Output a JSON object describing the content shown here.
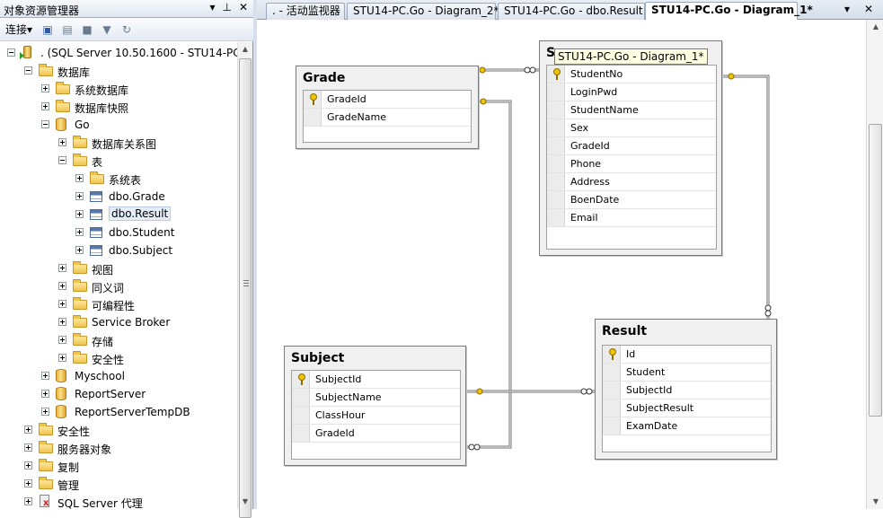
{
  "object_explorer": {
    "title": "对象资源管理器",
    "pin_glyph": "▾",
    "autohide_glyph": "⊥",
    "close_glyph": "✕",
    "toolbar": {
      "connect_label": "连接",
      "connect_arrow": "▾"
    },
    "tree": [
      {
        "label": ". (SQL Server 10.50.1600 - STU14-PC\\",
        "icon": "server-icon",
        "state": "minus"
      },
      {
        "label": "数据库",
        "icon": "folder-icon",
        "state": "minus"
      },
      {
        "label": "系统数据库",
        "icon": "folder-icon",
        "state": "plus"
      },
      {
        "label": "数据库快照",
        "icon": "folder-icon",
        "state": "plus"
      },
      {
        "label": "Go",
        "icon": "database-icon",
        "state": "minus"
      },
      {
        "label": "数据库关系图",
        "icon": "folder-icon",
        "state": "plus"
      },
      {
        "label": "表",
        "icon": "folder-icon",
        "state": "minus"
      },
      {
        "label": "系统表",
        "icon": "folder-icon",
        "state": "plus"
      },
      {
        "label": "dbo.Grade",
        "icon": "table-icon",
        "state": "plus"
      },
      {
        "label": "dbo.Result",
        "icon": "table-icon",
        "state": "plus",
        "selected": true
      },
      {
        "label": "dbo.Student",
        "icon": "table-icon",
        "state": "plus"
      },
      {
        "label": "dbo.Subject",
        "icon": "table-icon",
        "state": "plus"
      },
      {
        "label": "视图",
        "icon": "folder-icon",
        "state": "plus"
      },
      {
        "label": "同义词",
        "icon": "folder-icon",
        "state": "plus"
      },
      {
        "label": "可编程性",
        "icon": "folder-icon",
        "state": "plus"
      },
      {
        "label": "Service Broker",
        "icon": "folder-icon",
        "state": "plus"
      },
      {
        "label": "存储",
        "icon": "folder-icon",
        "state": "plus"
      },
      {
        "label": "安全性",
        "icon": "folder-icon",
        "state": "plus"
      },
      {
        "label": "Myschool",
        "icon": "database-icon",
        "state": "plus"
      },
      {
        "label": "ReportServer",
        "icon": "database-icon",
        "state": "plus"
      },
      {
        "label": "ReportServerTempDB",
        "icon": "database-icon",
        "state": "plus"
      },
      {
        "label": "安全性",
        "icon": "folder-icon",
        "state": "plus"
      },
      {
        "label": "服务器对象",
        "icon": "folder-icon",
        "state": "plus"
      },
      {
        "label": "复制",
        "icon": "folder-icon",
        "state": "plus"
      },
      {
        "label": "管理",
        "icon": "folder-icon",
        "state": "plus"
      },
      {
        "label": "SQL Server 代理",
        "icon": "agent-icon",
        "state": "plus"
      }
    ]
  },
  "tabs": [
    {
      "label": ". - 活动监视器"
    },
    {
      "label": "STU14-PC.Go - Diagram_2*"
    },
    {
      "label": "STU14-PC.Go - dbo.Result"
    },
    {
      "label": "STU14-PC.Go - Diagram_1*",
      "active": true
    }
  ],
  "tab_controls": {
    "dropdown_glyph": "▾",
    "close_glyph": "✕"
  },
  "diagram": {
    "tooltip": "STU14-PC.Go - Diagram_1*",
    "tables": {
      "student": {
        "name": "S",
        "columns": [
          "StudentNo",
          "LoginPwd",
          "StudentName",
          "Sex",
          "GradeId",
          "Phone",
          "Address",
          "BoenDate",
          "Email"
        ],
        "key": "StudentNo"
      },
      "grade": {
        "name": "Grade",
        "columns": [
          "GradeId",
          "GradeName"
        ],
        "key": "GradeId"
      },
      "subject": {
        "name": "Subject",
        "columns": [
          "SubjectId",
          "SubjectName",
          "ClassHour",
          "GradeId"
        ],
        "key": "SubjectId"
      },
      "result": {
        "name": "Result",
        "columns": [
          "Id",
          "Student",
          "SubjectId",
          "SubjectResult",
          "ExamDate"
        ],
        "key": "Id"
      }
    }
  },
  "colors": {
    "relationship_line": "#707070",
    "key_yellow": "#f0c400"
  }
}
